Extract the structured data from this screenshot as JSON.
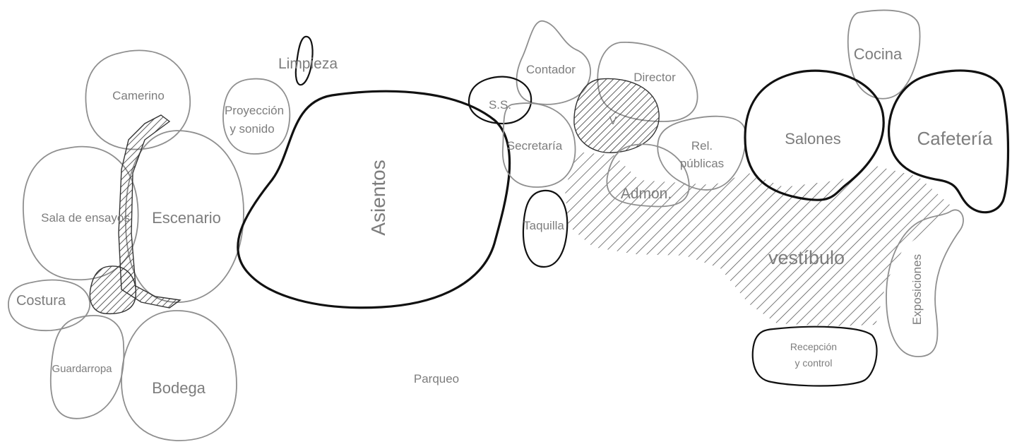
{
  "labels": {
    "camerino": "Camerino",
    "proyeccion_1": "Proyección",
    "proyeccion_2": "y sonido",
    "limpieza": "Limpieza",
    "asientos": "Asientos",
    "sala_ensayos": "Sala de ensayos",
    "escenario": "Escenario",
    "costura": "Costura",
    "guardarropa": "Guardarropa",
    "bodega": "Bodega",
    "parqueo": "Parqueo",
    "contador": "Contador",
    "ss": "S.S.",
    "director": "Director",
    "v": "V",
    "secretaria": "Secretaría",
    "rel_1": "Rel.",
    "rel_2": "públicas",
    "admon": "Admon.",
    "taquilla": "Taquilla",
    "vestibulo": "vestíbulo",
    "cocina": "Cocina",
    "salones": "Salones",
    "cafeteria": "Cafetería",
    "exposiciones": "Exposiciones",
    "recepcion_1": "Recepción",
    "recepcion_2": "y control"
  }
}
